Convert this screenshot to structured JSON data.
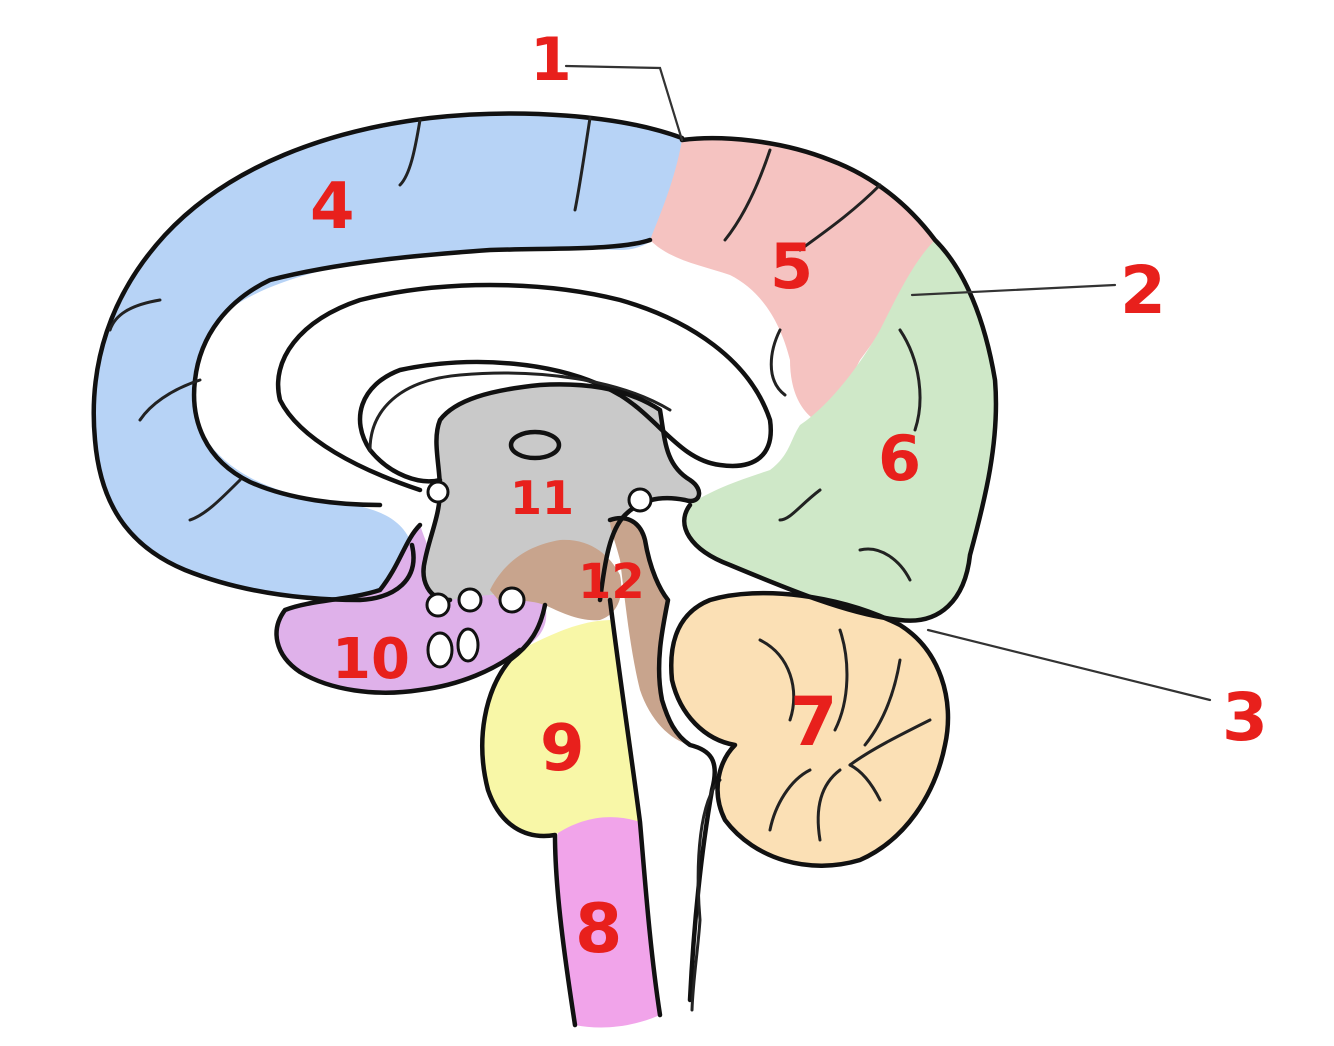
{
  "labels": {
    "l1": "1",
    "l2": "2",
    "l3": "3",
    "l4": "4",
    "l5": "5",
    "l6": "6",
    "l7": "7",
    "l8": "8",
    "l9": "9",
    "l10": "10",
    "l11": "11",
    "l12": "12"
  },
  "colors": {
    "region_4": "#b7d3f6",
    "region_5": "#f5c3c1",
    "region_6": "#cfe8c8",
    "region_7": "#fbe0b5",
    "region_8": "#f1a4ea",
    "region_9": "#f8f7a7",
    "region_10": "#dfb1ea",
    "region_11": "#c9c9c9",
    "region_12": "#c8a48d",
    "label": "#e8201c"
  }
}
